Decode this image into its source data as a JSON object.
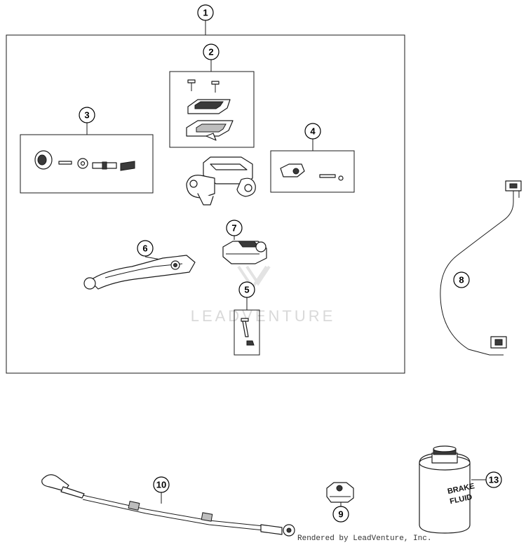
{
  "callouts": {
    "c1": "1",
    "c2": "2",
    "c3": "3",
    "c4": "4",
    "c5": "5",
    "c6": "6",
    "c7": "7",
    "c8": "8",
    "c9": "9",
    "c10": "10",
    "c13": "13"
  },
  "watermark": "LEADVENTURE",
  "credit": "Rendered by LeadVenture, Inc.",
  "brake_can": {
    "line1": "BRAKE",
    "line2": "FLUID"
  },
  "colors": {
    "line": "#1a1a1a",
    "watermark": "#d9d9d9",
    "background": "#ffffff"
  }
}
